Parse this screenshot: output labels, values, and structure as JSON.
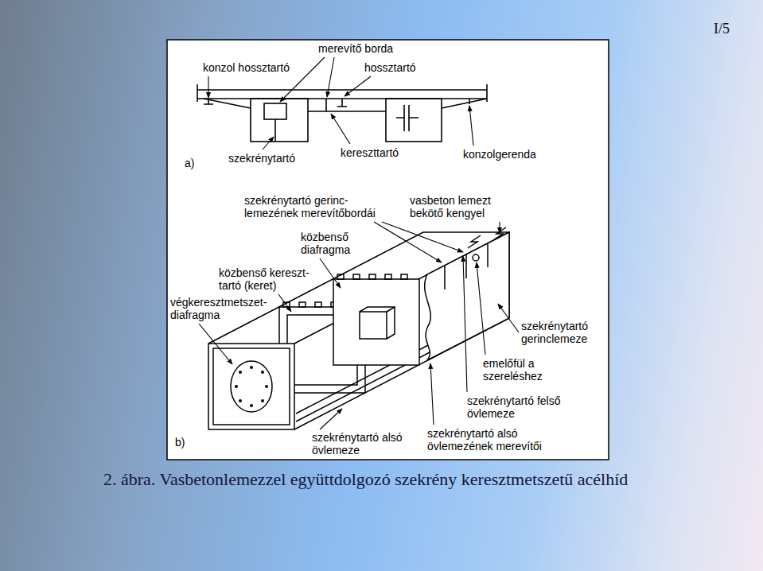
{
  "diagram": {
    "caption": "2. ábra. Vasbetonlemezzel együttdolgozó szekrény keresztmetszetű acélhíd",
    "labels": [
      "I/5",
      "konzol hossztartó",
      "merevítő borda",
      "hossztartó",
      "szekrénytartó",
      "kereszttartó",
      "konzolgerenda",
      "a)",
      "szekrénytartó gerinc- lemezének merevítőbordái",
      "vasbeton lemezt bekötő kengyel",
      "közbenső diafragma",
      "közbenső kereszt- tartó (keret)",
      "végkeresztmetszet- diafragma",
      "szekrénytartó gerinclemeze",
      "emelőfül a szereléshez",
      "szekrénytartó felső övlemeze",
      "szekrénytartó alsó övlemeze",
      "szekrénytartó alsó övlemezének merevítői",
      "b)"
    ]
  }
}
